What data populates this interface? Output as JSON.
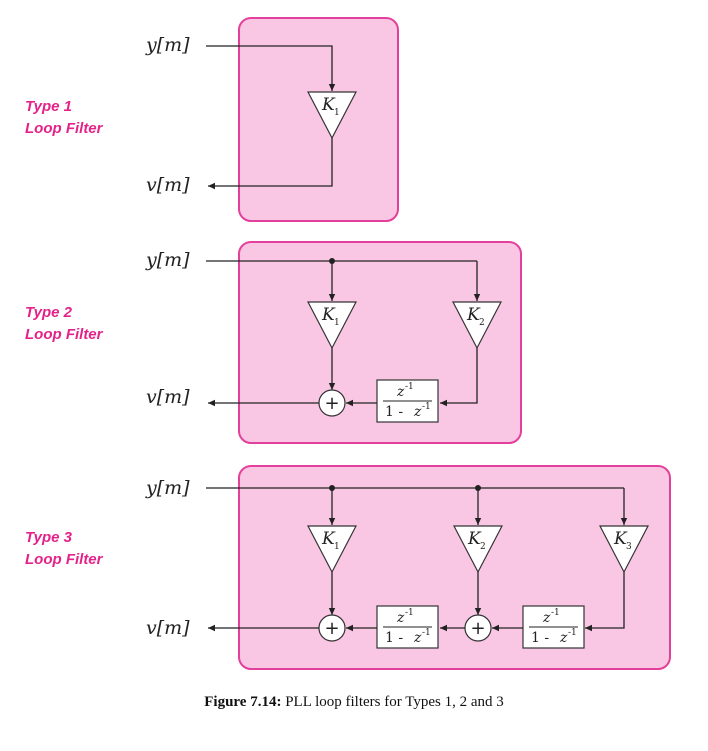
{
  "filters": [
    {
      "label_line1": "Type 1",
      "label_line2": "Loop Filter",
      "input": "y[m]",
      "output": "v[m]",
      "gains": [
        {
          "base": "K",
          "sub": "1"
        }
      ]
    },
    {
      "label_line1": "Type 2",
      "label_line2": "Loop Filter",
      "input": "y[m]",
      "output": "v[m]",
      "gains": [
        {
          "base": "K",
          "sub": "1"
        },
        {
          "base": "K",
          "sub": "2"
        }
      ],
      "integrator": {
        "num": "z",
        "num_sup": "-1",
        "den_prefix": "1 - ",
        "den_z": "z",
        "den_sup": "-1"
      }
    },
    {
      "label_line1": "Type 3",
      "label_line2": "Loop Filter",
      "input": "y[m]",
      "output": "v[m]",
      "gains": [
        {
          "base": "K",
          "sub": "1"
        },
        {
          "base": "K",
          "sub": "2"
        },
        {
          "base": "K",
          "sub": "3"
        }
      ],
      "integrator": {
        "num": "z",
        "num_sup": "-1",
        "den_prefix": "1 - ",
        "den_z": "z",
        "den_sup": "-1"
      }
    }
  ],
  "adder_symbol": "+",
  "caption": {
    "bold": "Figure 7.14:",
    "text": " PLL loop filters for Types 1, 2 and 3"
  },
  "colors": {
    "box_fill": "#f9c7e4",
    "box_border": "#e2409a",
    "label": "#e4228a"
  }
}
